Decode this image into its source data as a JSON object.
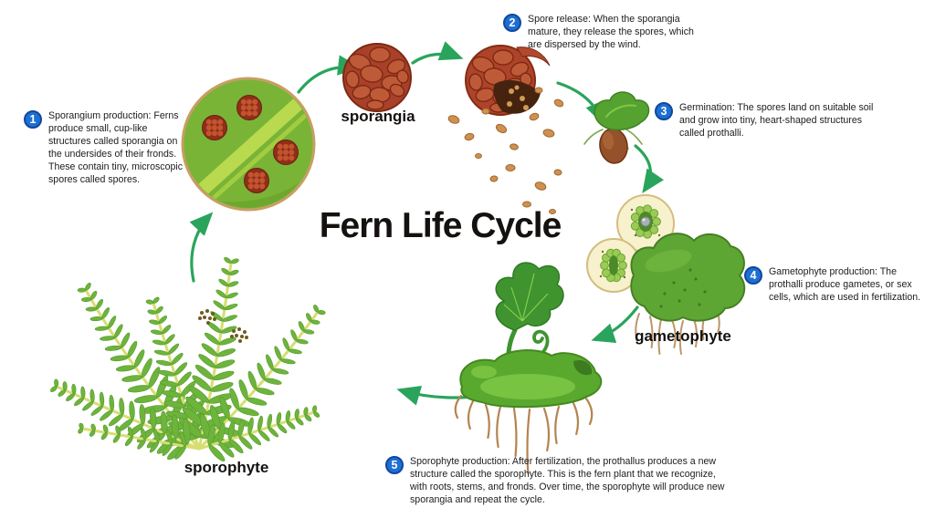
{
  "title": "Fern Life Cycle",
  "steps": [
    {
      "num": "1",
      "text": "Sporangium production: Ferns produce small, cup-like structures called sporangia on the undersides of their fronds. These contain tiny, microscopic spores called spores."
    },
    {
      "num": "2",
      "text": "Spore release: When the sporangia mature, they release the spores, which are dispersed by the wind."
    },
    {
      "num": "3",
      "text": "Germination: The spores land on suitable soil and grow into tiny, heart-shaped structures called prothalli."
    },
    {
      "num": "4",
      "text": "Gametophyte production: The prothalli produce gametes, or sex cells, which are used in fertilization."
    },
    {
      "num": "5",
      "text": "Sporophyte production: After fertilization, the prothallus produces a new structure called the sporophyte. This is the fern plant that we recognize, with roots, stems, and fronds. Over time, the sporophyte will produce new sporangia and repeat the cycle."
    }
  ],
  "labels": {
    "sporangia": "sporangia",
    "gametophyte": "gametophyte",
    "sporophyte": "sporophyte"
  },
  "colors": {
    "badge_blue": "#1e6fd2",
    "arrow_green": "#2aa45c",
    "fern_green": "#6db43c",
    "sporangia_red": "#a8402a"
  }
}
